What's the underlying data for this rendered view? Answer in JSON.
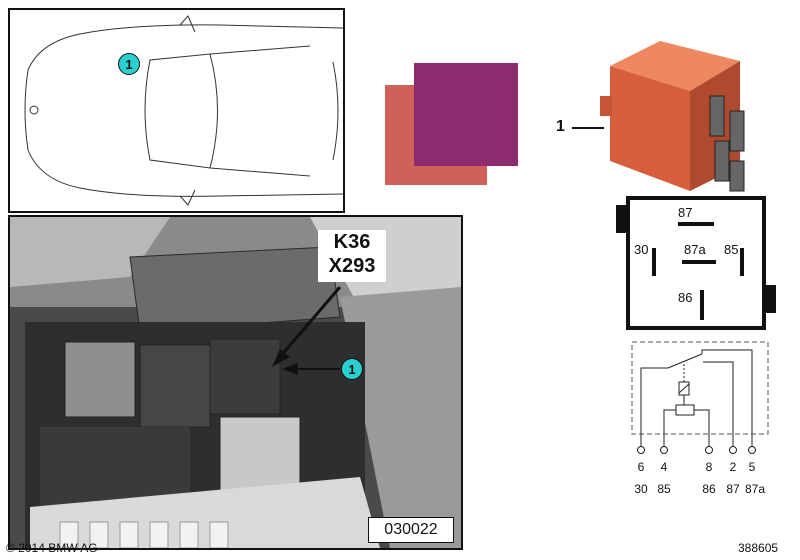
{
  "callouts": {
    "car": "1",
    "photo": "1"
  },
  "relay_label": {
    "line1": "K36",
    "line2": "X293"
  },
  "part_label": "1",
  "photo_code": "030022",
  "copyright": "© 2014 BMW AG",
  "reference": "388605",
  "pin_box": {
    "p87": "87",
    "p87a": "87a",
    "p30": "30",
    "p85": "85",
    "p86": "86"
  },
  "schematic": {
    "top_row": [
      "6",
      "4",
      "8",
      "2",
      "5"
    ],
    "bottom_row": [
      "30",
      "85",
      "86",
      "87",
      "87a"
    ]
  },
  "colors": {
    "callout": "#2ad0d0",
    "swatch_back": "#d0605a",
    "swatch_front": "#8c2b6e",
    "relay_body": "#e06a45"
  }
}
